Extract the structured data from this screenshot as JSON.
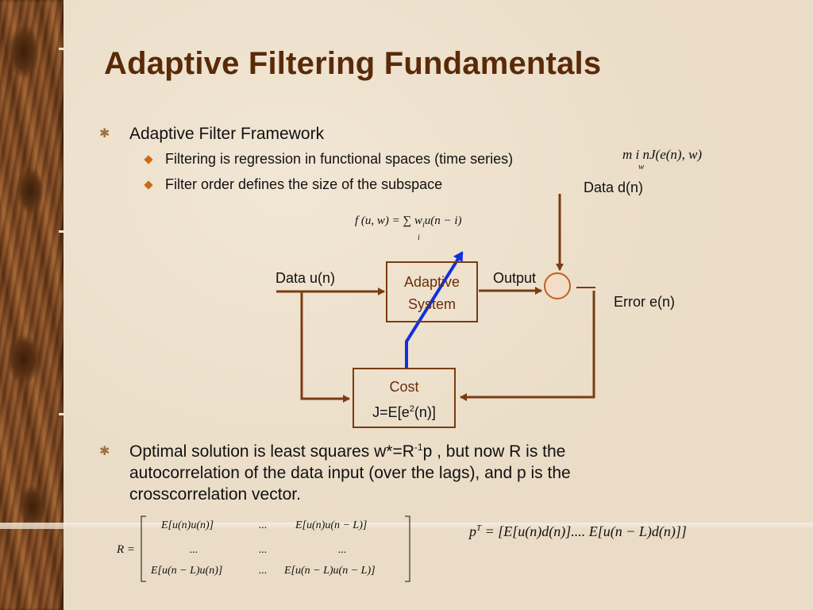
{
  "slide": {
    "title": "Adaptive Filtering Fundamentals",
    "bullets": {
      "framework": "Adaptive Filter Framework",
      "sub1": "Filtering is regression in functional spaces (time series)",
      "sub2": "Filter order defines the size of the subspace",
      "optimal_line1": "Optimal solution is least squares   w*=R",
      "optimal_sup": "-1",
      "optimal_tail": "p    , but now R is the",
      "optimal_line2": "autocorrelation of the data input (over the lags), and p is the",
      "optimal_line3": "crosscorrelation vector."
    },
    "equations": {
      "min_top": "m i nJ(e(n), w)",
      "min_sub": "w",
      "filter_eq": "f (u, w) = ∑ w",
      "filter_eq_sub": "i",
      "filter_eq_tail": "u(n − i)",
      "filter_sum_index": "i"
    },
    "diagram": {
      "data_d": "Data d(n)",
      "data_u": "Data u(n)",
      "output": "Output",
      "error": "Error e(n)",
      "adaptive_line1": "Adaptive",
      "adaptive_line2": "System",
      "cost_line1": "Cost",
      "cost_line2a": "J=E[e",
      "cost_sup": "2",
      "cost_line2b": "(n)]",
      "colors": {
        "box_border": "#7a3c12",
        "wire": "#7a3c12",
        "adapt_arrow": "#1030e0",
        "title": "#5a2a08"
      }
    },
    "matrix_R": {
      "lhs": "R =",
      "rows": [
        [
          "E[u(n)u(n)]",
          "...",
          "E[u(n)u(n − L)]"
        ],
        [
          "...",
          "...",
          "..."
        ],
        [
          "E[u(n − L)u(n)]",
          "...",
          "E[u(n − L)u(n − L)]"
        ]
      ]
    },
    "vector_p": {
      "lhs": "p",
      "sup": "T",
      "rhs": "= [E[u(n)d(n)]....    E[u(n − L)d(n)]]"
    }
  }
}
